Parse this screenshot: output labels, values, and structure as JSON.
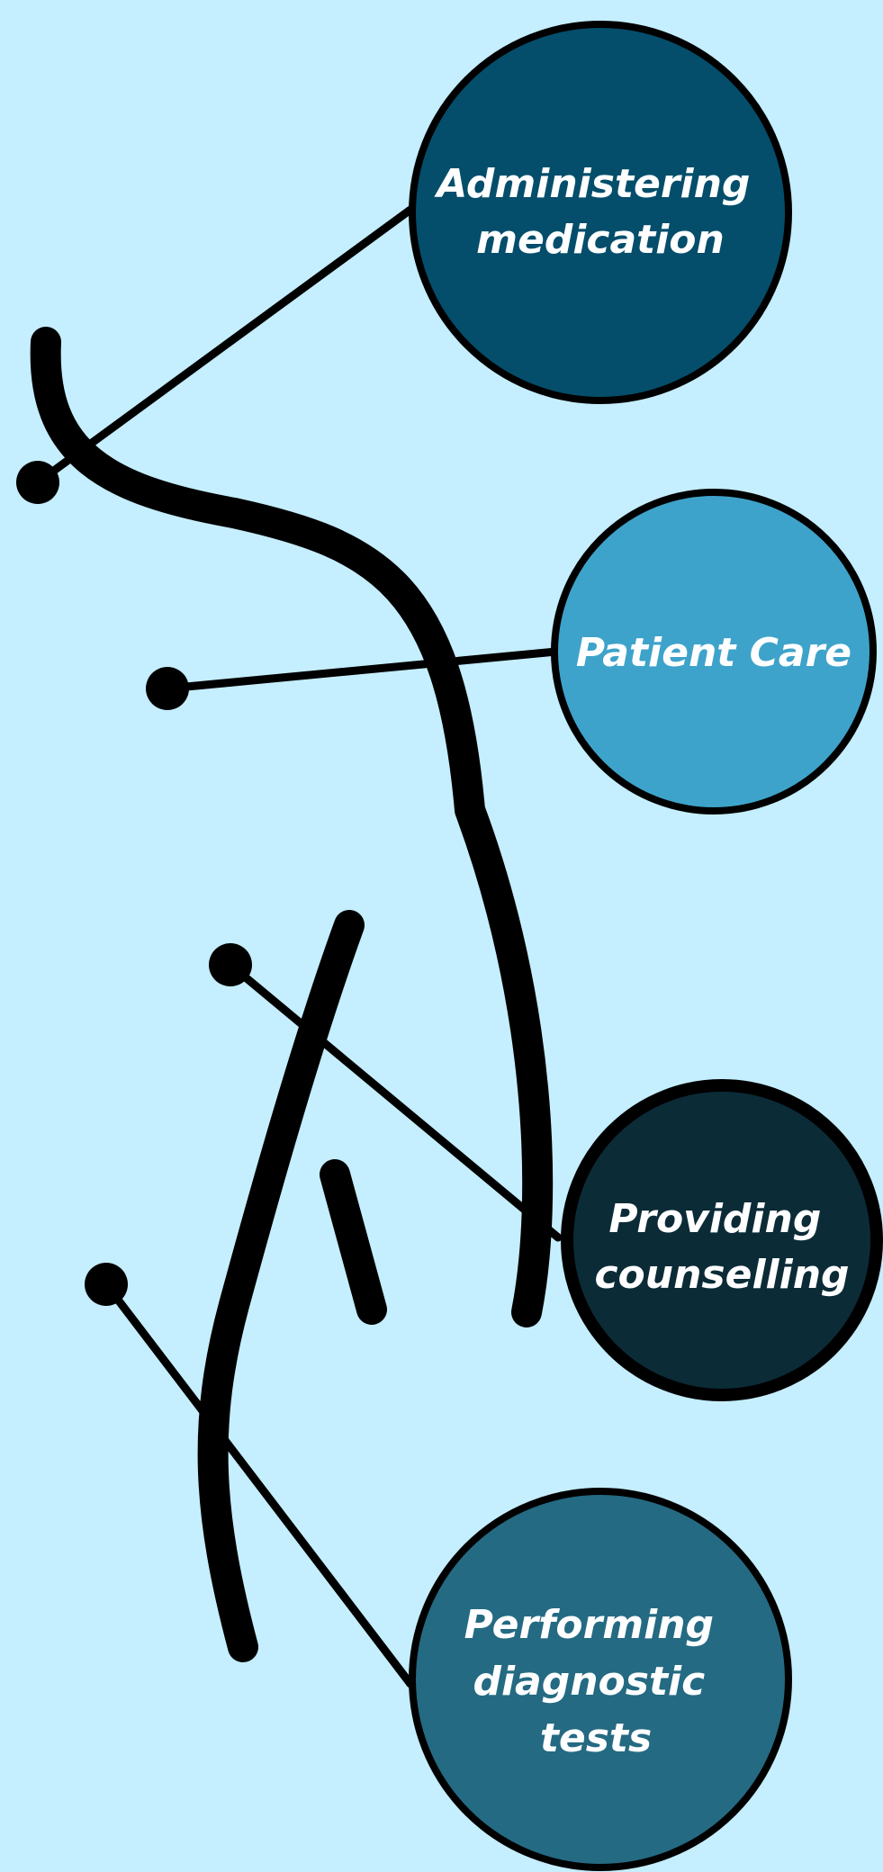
{
  "diagram": {
    "background_color": "#c5eefe",
    "nodes": [
      {
        "id": "administering-medication",
        "lines": [
          "Administering",
          "medication"
        ],
        "fill": "#044e6b"
      },
      {
        "id": "patient-care",
        "lines": [
          "Patient Care"
        ],
        "fill": "#3ea3ca"
      },
      {
        "id": "providing-counselling",
        "lines": [
          "Providing",
          "counselling"
        ],
        "fill": "#0b2b37"
      },
      {
        "id": "performing-diagnostic-tests",
        "lines": [
          "Performing",
          "diagnostic",
          "tests"
        ],
        "fill": "#246a82"
      }
    ]
  }
}
